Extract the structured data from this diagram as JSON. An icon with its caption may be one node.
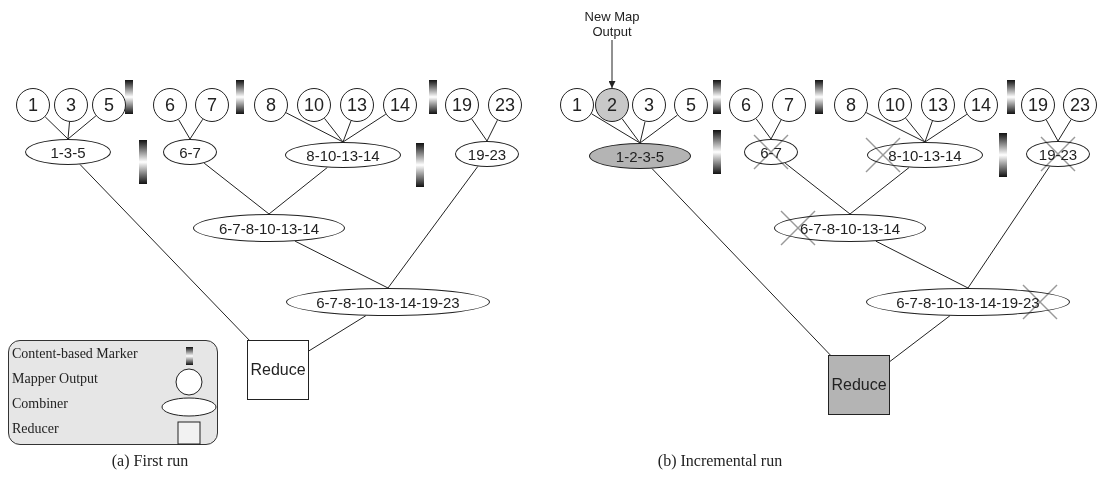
{
  "diagram": {
    "nodes": [
      {
        "text": [
          "1"
        ]
      },
      {
        "text": [
          "3"
        ]
      },
      {
        "text": [
          "5"
        ]
      },
      {
        "text": [
          "6"
        ]
      },
      {
        "text": [
          "7"
        ]
      },
      {
        "text": [
          "8"
        ]
      },
      {
        "text": [
          "10"
        ]
      },
      {
        "text": [
          "13"
        ]
      },
      {
        "text": [
          "14"
        ]
      },
      {
        "text": [
          "19"
        ]
      },
      {
        "text": [
          "23"
        ]
      },
      {
        "text": [
          "1-3-5"
        ]
      },
      {
        "text": [
          "6-7"
        ]
      },
      {
        "text": [
          "8-10-13-14"
        ]
      },
      {
        "text": [
          "19-23"
        ]
      },
      {
        "text": [
          "6-7-8-10-13-14"
        ]
      },
      {
        "text": [
          "6-7-8-10-13-14-19-23"
        ]
      },
      {
        "text": [
          "Reduce"
        ]
      },
      {
        "text": [
          "New Map Output"
        ]
      },
      {
        "text": [
          "1"
        ]
      },
      {
        "text": [
          "2"
        ]
      },
      {
        "text": [
          "3"
        ]
      },
      {
        "text": [
          "5"
        ]
      },
      {
        "text": [
          "6"
        ]
      },
      {
        "text": [
          "7"
        ]
      },
      {
        "text": [
          "8"
        ]
      },
      {
        "text": [
          "10"
        ]
      },
      {
        "text": [
          "13"
        ]
      },
      {
        "text": [
          "14"
        ]
      },
      {
        "text": [
          "19"
        ]
      },
      {
        "text": [
          "23"
        ]
      },
      {
        "text": [
          "1-2-3-5"
        ]
      },
      {
        "text": [
          "6-7"
        ]
      },
      {
        "text": [
          "8-10-13-14"
        ]
      },
      {
        "text": [
          "19-23"
        ]
      },
      {
        "text": [
          "6-7-8-10-13-14"
        ]
      },
      {
        "text": [
          "6-7-8-10-13-14-19-23"
        ]
      },
      {
        "text": [
          "Reduce"
        ]
      }
    ],
    "edges": [
      {
        "from": 0,
        "to": 11,
        "arrow": "none"
      },
      {
        "from": 1,
        "to": 11,
        "arrow": "none"
      },
      {
        "from": 2,
        "to": 11,
        "arrow": "none"
      },
      {
        "from": 3,
        "to": 12,
        "arrow": "none"
      },
      {
        "from": 4,
        "to": 12,
        "arrow": "none"
      },
      {
        "from": 5,
        "to": 13,
        "arrow": "none"
      },
      {
        "from": 6,
        "to": 13,
        "arrow": "none"
      },
      {
        "from": 7,
        "to": 13,
        "arrow": "none"
      },
      {
        "from": 8,
        "to": 13,
        "arrow": "none"
      },
      {
        "from": 9,
        "to": 14,
        "arrow": "none"
      },
      {
        "from": 10,
        "to": 14,
        "arrow": "none"
      },
      {
        "from": 12,
        "to": 15,
        "arrow": "none"
      },
      {
        "from": 13,
        "to": 15,
        "arrow": "none"
      },
      {
        "from": 15,
        "to": 16,
        "arrow": "none"
      },
      {
        "from": 14,
        "to": 16,
        "arrow": "none"
      },
      {
        "from": 11,
        "to": 17,
        "arrow": "none"
      },
      {
        "from": 16,
        "to": 17,
        "arrow": "none"
      },
      {
        "from": 18,
        "to": 20,
        "arrow": "to"
      },
      {
        "from": 19,
        "to": 31,
        "arrow": "none"
      },
      {
        "from": 20,
        "to": 31,
        "arrow": "none"
      },
      {
        "from": 21,
        "to": 31,
        "arrow": "none"
      },
      {
        "from": 22,
        "to": 31,
        "arrow": "none"
      },
      {
        "from": 23,
        "to": 32,
        "arrow": "none"
      },
      {
        "from": 24,
        "to": 32,
        "arrow": "none"
      },
      {
        "from": 25,
        "to": 33,
        "arrow": "none"
      },
      {
        "from": 26,
        "to": 33,
        "arrow": "none"
      },
      {
        "from": 27,
        "to": 33,
        "arrow": "none"
      },
      {
        "from": 28,
        "to": 33,
        "arrow": "none"
      },
      {
        "from": 29,
        "to": 34,
        "arrow": "none"
      },
      {
        "from": 30,
        "to": 34,
        "arrow": "none"
      },
      {
        "from": 32,
        "to": 35,
        "arrow": "none"
      },
      {
        "from": 33,
        "to": 35,
        "arrow": "none"
      },
      {
        "from": 35,
        "to": 36,
        "arrow": "none"
      },
      {
        "from": 34,
        "to": 36,
        "arrow": "none"
      },
      {
        "from": 31,
        "to": 37,
        "arrow": "none"
      },
      {
        "from": 36,
        "to": 37,
        "arrow": "none"
      }
    ],
    "labels": [
      "(a) First run",
      "(b) Incremental run"
    ],
    "legend": [
      {
        "text": "Content-based Marker"
      },
      {
        "text": "Mapper Output"
      },
      {
        "text": "Combiner"
      },
      {
        "text": "Reducer"
      }
    ]
  }
}
